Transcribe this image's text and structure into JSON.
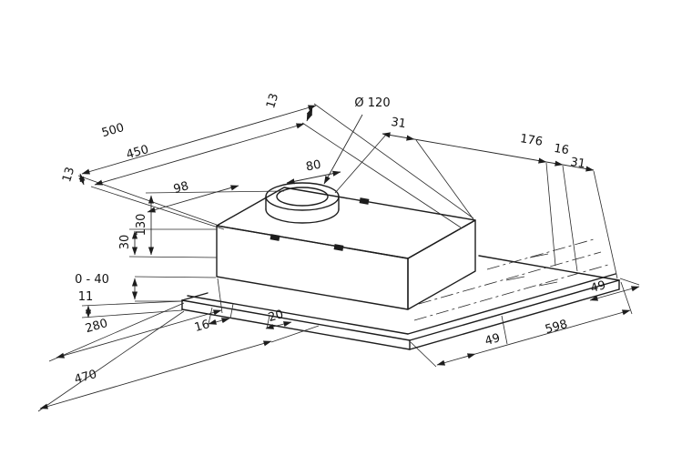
{
  "drawing": {
    "title": "Built-in telescopic cooker hood — installation dimension drawing",
    "units": "mm",
    "colors": {
      "background": "#ffffff",
      "line": "#1d1d1d"
    },
    "labels": [
      {
        "name": "dim-500",
        "text": "500"
      },
      {
        "name": "dim-450",
        "text": "450"
      },
      {
        "name": "dim-13-left",
        "text": "13"
      },
      {
        "name": "dim-13-top",
        "text": "13"
      },
      {
        "name": "dim-98",
        "text": "98"
      },
      {
        "name": "dim-80",
        "text": "80"
      },
      {
        "name": "dim-diameter-120",
        "text": "Ø 120"
      },
      {
        "name": "dim-31-first",
        "text": "31"
      },
      {
        "name": "dim-176",
        "text": "176"
      },
      {
        "name": "dim-16-top",
        "text": "16"
      },
      {
        "name": "dim-31-second",
        "text": "31"
      },
      {
        "name": "dim-130",
        "text": "130"
      },
      {
        "name": "dim-30",
        "text": "30"
      },
      {
        "name": "dim-0-40",
        "text": "0 - 40"
      },
      {
        "name": "dim-11",
        "text": "11"
      },
      {
        "name": "dim-280",
        "text": "280"
      },
      {
        "name": "dim-16-bottom",
        "text": "16"
      },
      {
        "name": "dim-20",
        "text": "20"
      },
      {
        "name": "dim-470",
        "text": "470"
      },
      {
        "name": "dim-49-bottom",
        "text": "49"
      },
      {
        "name": "dim-598",
        "text": "598"
      },
      {
        "name": "dim-49-right",
        "text": "49"
      }
    ]
  }
}
